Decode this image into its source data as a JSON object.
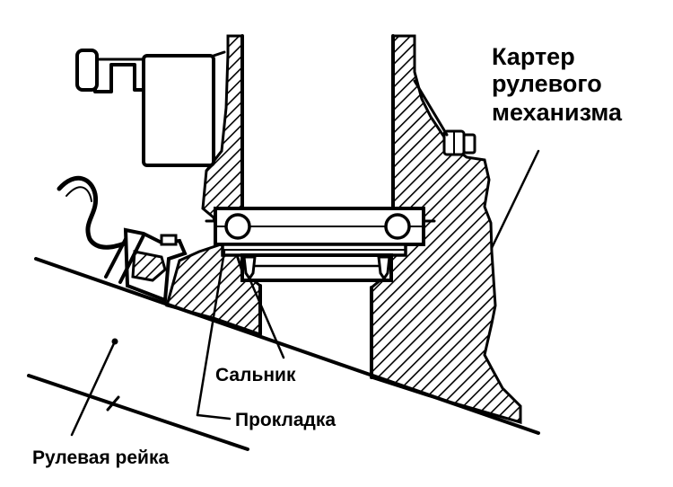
{
  "labels": {
    "housing_line1": "Картер",
    "housing_line2": "рулевого",
    "housing_line3": "механизма",
    "seal": "Сальник",
    "gasket": "Прокладка",
    "rack": "Рулевая рейка"
  },
  "colors": {
    "ink": "#000000",
    "paper": "#ffffff"
  }
}
